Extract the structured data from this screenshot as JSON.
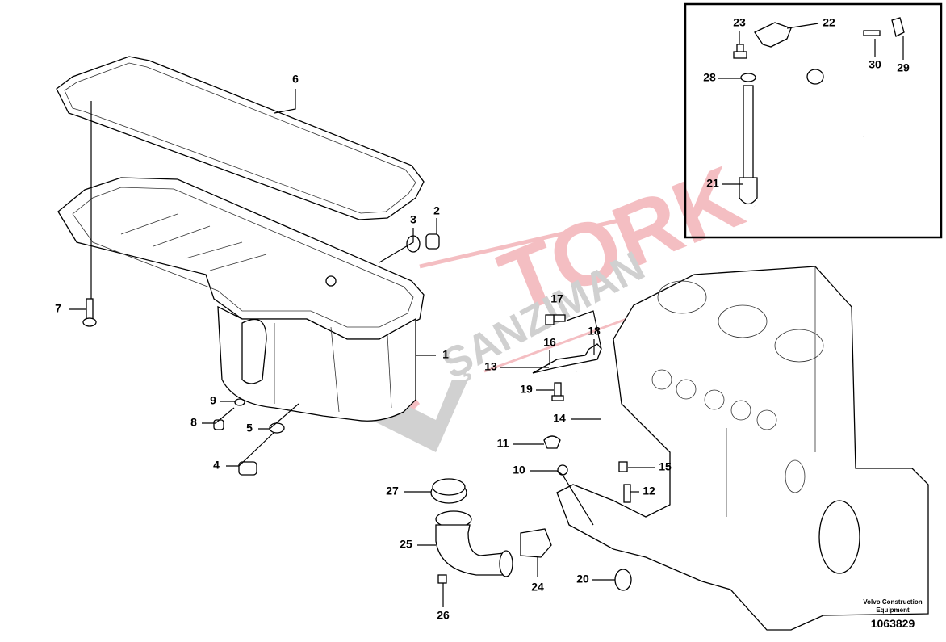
{
  "diagram": {
    "callouts": [
      "1",
      "2",
      "3",
      "4",
      "5",
      "6",
      "7",
      "8",
      "9",
      "10",
      "11",
      "12",
      "13",
      "14",
      "15",
      "16",
      "17",
      "18",
      "19",
      "20",
      "21",
      "22",
      "23",
      "24",
      "25",
      "26",
      "27",
      "28",
      "29",
      "30"
    ],
    "watermark": {
      "line1": "TORK",
      "line2": "ŞANZIMAN",
      "color": "#e8707a",
      "color2": "#a0a0a0"
    }
  },
  "footer": {
    "manufacturer": "Volvo Construction Equipment",
    "reference_number": "1063829"
  }
}
